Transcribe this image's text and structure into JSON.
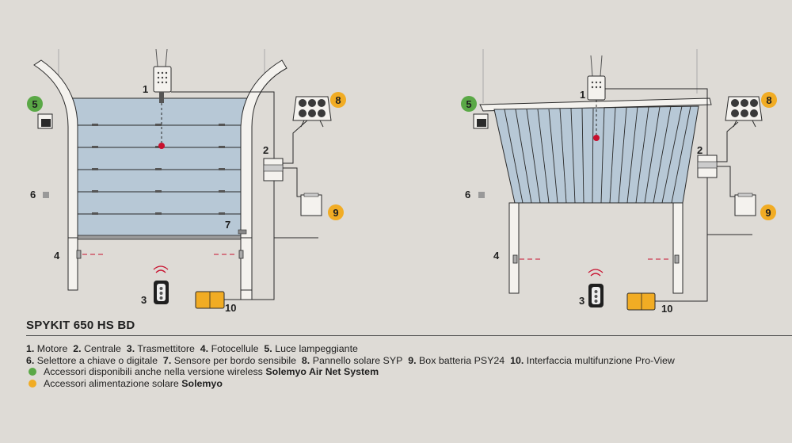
{
  "colors": {
    "background": "#dedbd6",
    "door_blue": "#b7c8d6",
    "accessory_green": "#5aa846",
    "accessory_orange": "#f1ac24",
    "motor_dot": "#c8102e"
  },
  "diagram": {
    "labels": {
      "n1": "1",
      "n2": "2",
      "n3": "3",
      "n4": "4",
      "n5": "5",
      "n6": "6",
      "n7": "7",
      "n8": "8",
      "n9": "9",
      "n10": "10"
    }
  },
  "title": "SPYKIT 650 HS BD",
  "legend": {
    "line1": [
      {
        "num": "1.",
        "text": "Motore"
      },
      {
        "num": "2.",
        "text": "Centrale"
      },
      {
        "num": "3.",
        "text": "Trasmettitore"
      },
      {
        "num": "4.",
        "text": "Fotocellule"
      },
      {
        "num": "5.",
        "text": "Luce lampeggiante"
      }
    ],
    "line2": [
      {
        "num": "6.",
        "text": "Selettore a chiave o digitale"
      },
      {
        "num": "7.",
        "text": "Sensore per bordo sensibile"
      },
      {
        "num": "8.",
        "text": "Pannello solare SYP"
      },
      {
        "num": "9.",
        "text": "Box batteria PSY24"
      },
      {
        "num": "10.",
        "text": "Interfaccia multifunzione Pro-View"
      }
    ],
    "green_note": {
      "text": "Accessori disponibili anche nella versione wireless",
      "bold": "Solemyo Air Net System"
    },
    "orange_note": {
      "text": "Accessori alimentazione solare",
      "bold": "Solemyo"
    }
  }
}
